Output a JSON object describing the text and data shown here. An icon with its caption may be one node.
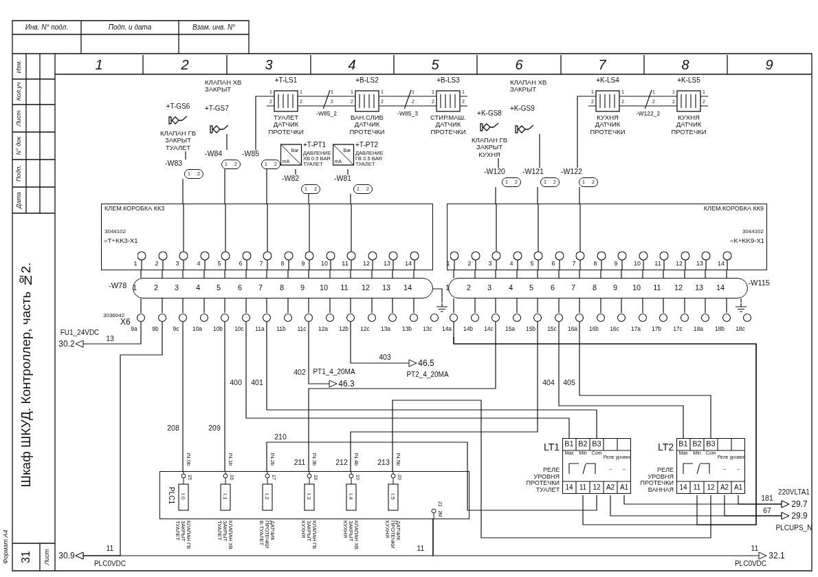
{
  "diagram": {
    "title": "Шкаф ШКУД. Контроллер, часть №2.",
    "nodes": [
      {
        "text": [
          "+T-GS6",
          "КЛАПАН ГВ ЗАКРЫТ ТУАЛЕТ"
        ]
      },
      {
        "text": [
          "КЛАПАН ХВ ЗАКРЫТ",
          "+T-GS7"
        ]
      },
      {
        "text": [
          "+T-LS1",
          "ТУАЛЕТ ДАТЧИК ПРОТЕЧКИ"
        ]
      },
      {
        "text": [
          "-W85_2"
        ]
      },
      {
        "text": [
          "+B-LS2",
          "ВАН.СЛИВ ДАТЧИК ПРОТЕЧКИ"
        ]
      },
      {
        "text": [
          "-W85_3"
        ]
      },
      {
        "text": [
          "+B-LS3",
          "СТИР.МАШ. ДАТЧИК ПРОТЕЧКИ"
        ]
      },
      {
        "text": [
          "+T-PT1",
          "ДАВЛЕНИЕ ХВ 0.5 BAR ТУАЛЕТ"
        ]
      },
      {
        "text": [
          "+T-PT2",
          "ДАВЛЕНИЕ ГВ 0.5 BAR ТУАЛЕТ"
        ]
      },
      {
        "text": [
          "+K-GS8",
          "КЛАПАН ГВ ЗАКРЫТ КУХНЯ"
        ]
      },
      {
        "text": [
          "КЛАПАН ХВ ЗАКРЫТ",
          "+K-GS9"
        ]
      },
      {
        "text": [
          "+K-LS4",
          "КУХНЯ ДАТЧИК ПРОТЕЧКИ"
        ]
      },
      {
        "text": [
          "-W122_2"
        ]
      },
      {
        "text": [
          "+K-LS5",
          "КУХНЯ ДАТЧИК ПРОТЕЧКИ"
        ]
      },
      {
        "text": [
          "-W83"
        ]
      },
      {
        "text": [
          "-W84"
        ]
      },
      {
        "text": [
          "-W85"
        ]
      },
      {
        "text": [
          "-W82"
        ]
      },
      {
        "text": [
          "-W81"
        ]
      },
      {
        "text": [
          "-W120"
        ]
      },
      {
        "text": [
          "-W121"
        ]
      },
      {
        "text": [
          "-W122"
        ]
      },
      {
        "text": [
          "КЛЕМ.КОРОБКА КК3",
          "3044102",
          "=T+KK3-X1"
        ]
      },
      {
        "text": [
          "КЛЕМ.КОРОБКА КК9",
          "3044102",
          "=K+KK9-X1"
        ]
      },
      {
        "text": [
          "-W78"
        ]
      },
      {
        "text": [
          "-W115"
        ]
      },
      {
        "text": [],
        "shape": "ground"
      },
      {
        "text": [],
        "shape": "ground"
      },
      {
        "text": [
          "3036042",
          "X6"
        ]
      },
      {
        "text": [
          "30.2"
        ]
      },
      {
        "text": [
          "46.5"
        ]
      },
      {
        "text": [
          "46.3"
        ]
      },
      {
        "text": [
          "LT1",
          "РЕЛЕ УРОВНЯ ПРОТЕЧКИ ТУАЛЕТ"
        ]
      },
      {
        "text": [
          "LT2",
          "РЕЛЕ УРОВНЯ ПРОТЕЧКИ ВАННАЯ"
        ]
      },
      {
        "text": [
          "29.7"
        ]
      },
      {
        "text": [
          "29.9"
        ]
      },
      {
        "text": [
          "PLC1"
        ]
      },
      {
        "text": [
          "30.9"
        ]
      },
      {
        "text": [
          "32.1"
        ]
      }
    ],
    "edges": [
      {
        "from": 0,
        "to": 14,
        "arrow": "none"
      },
      {
        "from": 1,
        "to": 15,
        "arrow": "none"
      },
      {
        "from": 2,
        "to": 16,
        "arrow": "none"
      },
      {
        "from": 2,
        "to": 3,
        "arrow": "none"
      },
      {
        "from": 3,
        "to": 4,
        "arrow": "none"
      },
      {
        "from": 4,
        "to": 5,
        "arrow": "none"
      },
      {
        "from": 5,
        "to": 6,
        "arrow": "none"
      },
      {
        "from": 7,
        "to": 17,
        "arrow": "none"
      },
      {
        "from": 8,
        "to": 18,
        "arrow": "none"
      },
      {
        "from": 9,
        "to": 19,
        "arrow": "none"
      },
      {
        "from": 10,
        "to": 20,
        "arrow": "none"
      },
      {
        "from": 11,
        "to": 21,
        "arrow": "none"
      },
      {
        "from": 11,
        "to": 12,
        "arrow": "none"
      },
      {
        "from": 12,
        "to": 13,
        "arrow": "none"
      },
      {
        "from": 14,
        "to": 22,
        "arrow": "none"
      },
      {
        "from": 15,
        "to": 22,
        "arrow": "none"
      },
      {
        "from": 16,
        "to": 22,
        "arrow": "none"
      },
      {
        "from": 17,
        "to": 22,
        "arrow": "none"
      },
      {
        "from": 18,
        "to": 22,
        "arrow": "none"
      },
      {
        "from": 19,
        "to": 23,
        "arrow": "none"
      },
      {
        "from": 20,
        "to": 23,
        "arrow": "none"
      },
      {
        "from": 21,
        "to": 23,
        "arrow": "none"
      },
      {
        "from": 22,
        "to": 24,
        "arrow": "none"
      },
      {
        "from": 24,
        "to": 28,
        "arrow": "none"
      },
      {
        "from": 23,
        "to": 25,
        "arrow": "none"
      },
      {
        "from": 25,
        "to": 28,
        "arrow": "none"
      },
      {
        "from": 24,
        "to": 26,
        "arrow": "none"
      },
      {
        "from": 25,
        "to": 27,
        "arrow": "none"
      },
      {
        "from": 28,
        "to": 29,
        "arrow": "to",
        "label": "13"
      },
      {
        "from": 28,
        "to": 31,
        "arrow": "to",
        "label": "402"
      },
      {
        "from": 28,
        "to": 30,
        "arrow": "to",
        "label": "403"
      },
      {
        "from": 28,
        "to": 36,
        "arrow": "none",
        "label": "208"
      },
      {
        "from": 28,
        "to": 36,
        "arrow": "none",
        "label": "209"
      },
      {
        "from": 32,
        "to": 36,
        "arrow": "none",
        "label": "210"
      },
      {
        "from": 28,
        "to": 36,
        "arrow": "none",
        "label": "211"
      },
      {
        "from": 28,
        "to": 36,
        "arrow": "none",
        "label": "212"
      },
      {
        "from": 33,
        "to": 36,
        "arrow": "none",
        "label": "213"
      },
      {
        "from": 28,
        "to": 32,
        "arrow": "none",
        "label": "400"
      },
      {
        "from": 28,
        "to": 32,
        "arrow": "none",
        "label": "401"
      },
      {
        "from": 28,
        "to": 33,
        "arrow": "none",
        "label": "404"
      },
      {
        "from": 28,
        "to": 33,
        "arrow": "none",
        "label": "405"
      },
      {
        "from": 28,
        "to": 32,
        "arrow": "none"
      },
      {
        "from": 28,
        "to": 33,
        "arrow": "none"
      },
      {
        "from": 32,
        "to": 34,
        "arrow": "to",
        "label": "181"
      },
      {
        "from": 33,
        "to": 34,
        "arrow": "to"
      },
      {
        "from": 32,
        "to": 35,
        "arrow": "to",
        "label": "67"
      },
      {
        "from": 33,
        "to": 35,
        "arrow": "to"
      },
      {
        "from": 28,
        "to": 37,
        "arrow": "to",
        "label": "11"
      },
      {
        "from": 36,
        "to": 37,
        "arrow": "to",
        "label": "11"
      },
      {
        "from": 36,
        "to": 38,
        "arrow": "to",
        "label": "11"
      }
    ],
    "labels": [
      "Инв. N° подл.",
      "Подп. и дата",
      "Взам. инв. N°",
      "Изм.",
      "Кол.уч",
      "Лист",
      "N° док",
      "Подп.",
      "Дата",
      "31",
      "Лист",
      "Формат А4",
      "1",
      "2",
      "3",
      "4",
      "5",
      "6",
      "7",
      "8",
      "9",
      "1",
      "2",
      "1",
      "2",
      "1",
      "2",
      "1",
      "2",
      "1",
      "2",
      "1",
      "2",
      "1",
      "2",
      "1",
      "2",
      "1",
      "2",
      "1",
      "2",
      "1",
      "2",
      "1",
      "2",
      "1",
      "2",
      "1",
      "2",
      "1",
      "2",
      "1",
      "2",
      "1",
      "2",
      "1",
      "2",
      "1",
      "2",
      "1",
      "2",
      "1",
      "2",
      "Bar",
      "mA",
      "Bar",
      "mA",
      "1",
      "2",
      "3",
      "4",
      "5",
      "6",
      "7",
      "8",
      "9",
      "10",
      "11",
      "12",
      "13",
      "14",
      "1",
      "2",
      "3",
      "4",
      "5",
      "6",
      "7",
      "8",
      "9",
      "10",
      "11",
      "12",
      "13",
      "14",
      "9a",
      "9b",
      "9c",
      "10a",
      "10b",
      "10c",
      "11a",
      "11b",
      "11c",
      "12a",
      "12b",
      "12c",
      "13a",
      "13b",
      "13c",
      "1",
      "2",
      "3",
      "4",
      "5",
      "6",
      "7",
      "8",
      "9",
      "10",
      "11",
      "12",
      "13",
      "14",
      "1",
      "2",
      "3",
      "4",
      "5",
      "6",
      "7",
      "8",
      "9",
      "10",
      "11",
      "12",
      "13",
      "14",
      "14a",
      "14b",
      "14c",
      "15a",
      "15b",
      "15c",
      "16a",
      "16b",
      "16c",
      "17a",
      "17b",
      "17c",
      "18a",
      "18b",
      "18c",
      "FU1_24VDC",
      "PT1_4_20MA",
      "PT2_4_20MA",
      "IN.0b",
      "IN.1b",
      "IN.2b",
      "IN.3b",
      "IN.4b",
      "IN.5b",
      "15",
      "16",
      "17",
      "18",
      "19",
      "20",
      "I.0",
      "I.1",
      "I.2",
      "I.3",
      "I.4",
      "I.5",
      "21",
      "2M",
      "КЛАПАН ГВ ЗАКРЫТ ТУАЛЕТ",
      "КЛАПАН ХВ ЗАКРЫТ ТУАЛЕТ",
      "ДАТЧИК ПРОТЕЧКИ В-ТУАЛЕТ",
      "КЛАПАН ГВ ЗАКРЫТ КУХНЯ",
      "КЛАПАН ХВ ЗАКРЫТ КУХНЯ",
      "ДАТЧИК ПРОТЕЧКИ КУХНЯ",
      "PLC0VDC",
      "PLC0VDC",
      "220VLTA1",
      "PLCUPS_N",
      "B1",
      "B2",
      "B3",
      "Max",
      "Min",
      "Com",
      "Реле уровня",
      "~",
      "~",
      "14",
      "11",
      "12",
      "A2",
      "A1",
      "B1",
      "B2",
      "B3",
      "Max",
      "Min",
      "Com",
      "Реле уровня",
      "~",
      "~",
      "14",
      "11",
      "12",
      "A2",
      "A1"
    ]
  }
}
